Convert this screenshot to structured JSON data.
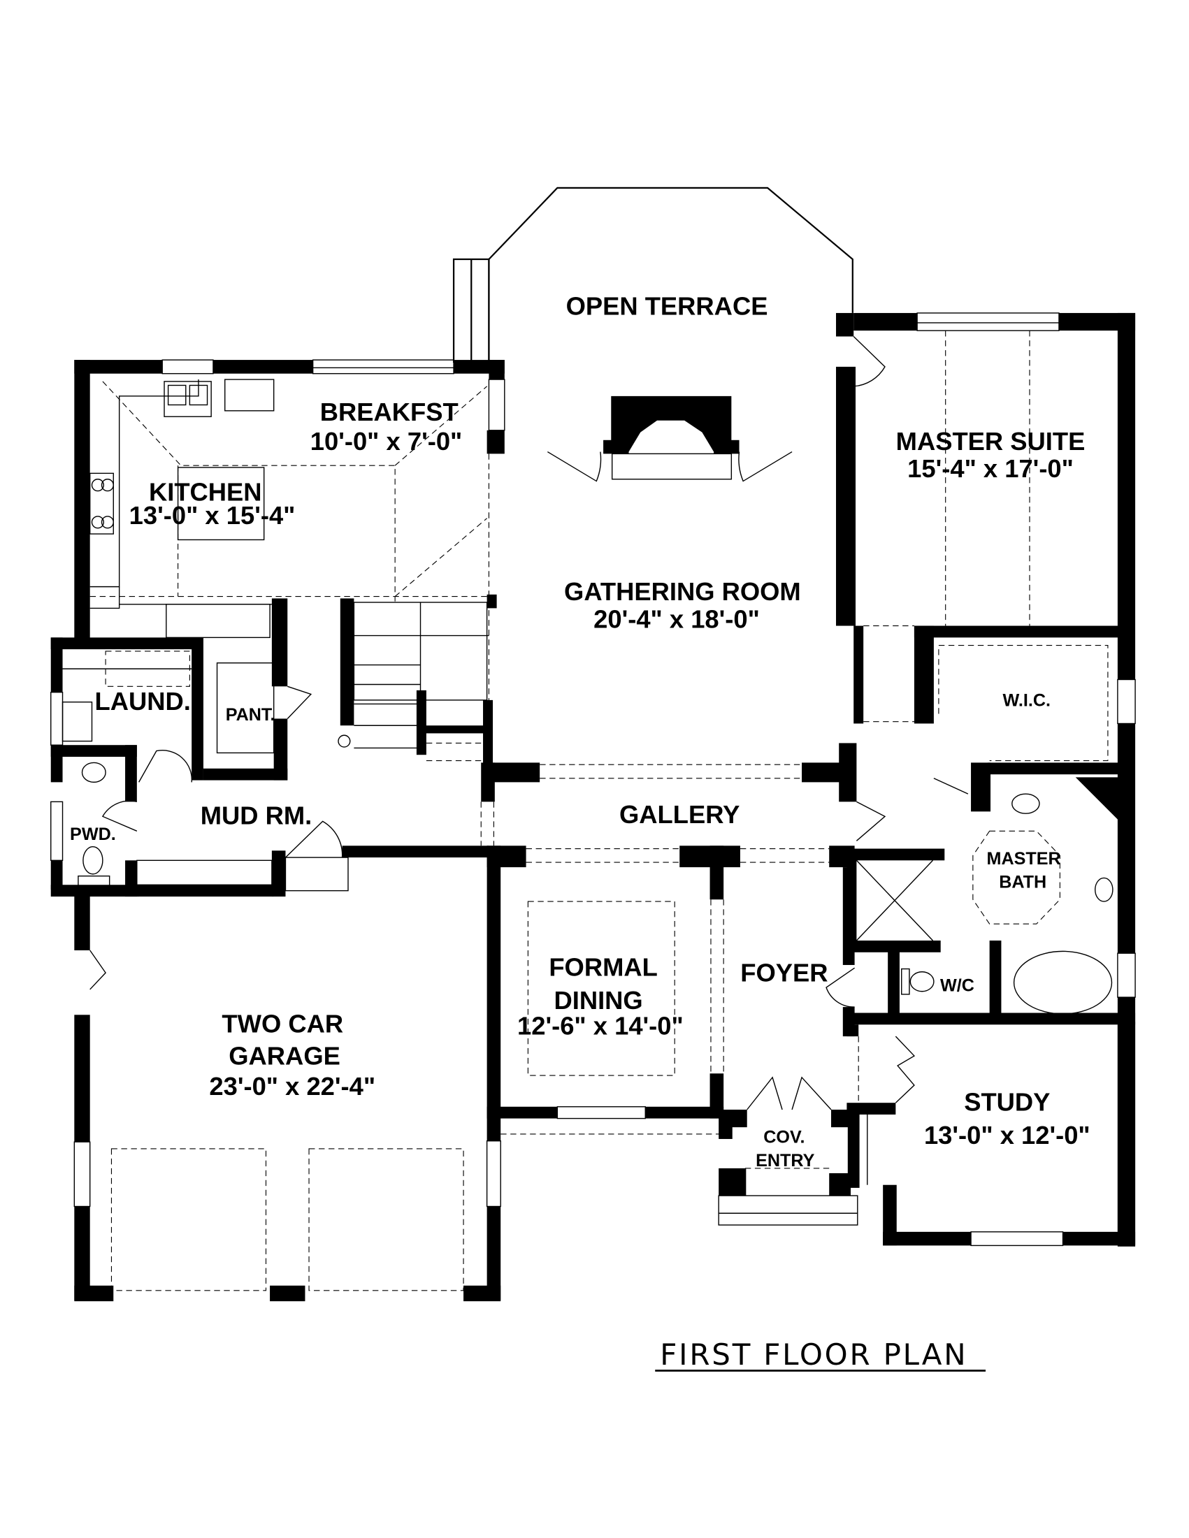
{
  "title": "FIRST FLOOR PLAN",
  "rooms": {
    "open_terrace": {
      "name": "OPEN TERRACE"
    },
    "breakfast": {
      "name": "BREAKFST",
      "size": "10'-0\" x 7'-0\""
    },
    "kitchen": {
      "name": "KITCHEN",
      "size": "13'-0\" x 15'-4\""
    },
    "gathering_room": {
      "name": "GATHERING ROOM",
      "size": "20'-4\" x 18'-0\""
    },
    "master_suite": {
      "name": "MASTER SUITE",
      "size": "15'-4\" x 17'-0\""
    },
    "wic": {
      "name": "W.I.C."
    },
    "laundry": {
      "name": "LAUND."
    },
    "pantry": {
      "name": "PANT."
    },
    "mud_room": {
      "name": "MUD RM."
    },
    "powder": {
      "name": "PWD."
    },
    "gallery": {
      "name": "GALLERY"
    },
    "master_bath": {
      "name_line1": "MASTER",
      "name_line2": "BATH"
    },
    "formal_dining": {
      "name_line1": "FORMAL",
      "name_line2": "DINING",
      "size": "12'-6\" x 14'-0\""
    },
    "foyer": {
      "name": "FOYER"
    },
    "wc": {
      "name": "W/C"
    },
    "garage": {
      "name_line1": "TWO CAR",
      "name_line2": "GARAGE",
      "size": "23'-0\" x 22'-4\""
    },
    "study": {
      "name": "STUDY",
      "size": "13'-0\" x 12'-0\""
    },
    "cov_entry": {
      "name_line1": "COV.",
      "name_line2": "ENTRY"
    }
  }
}
